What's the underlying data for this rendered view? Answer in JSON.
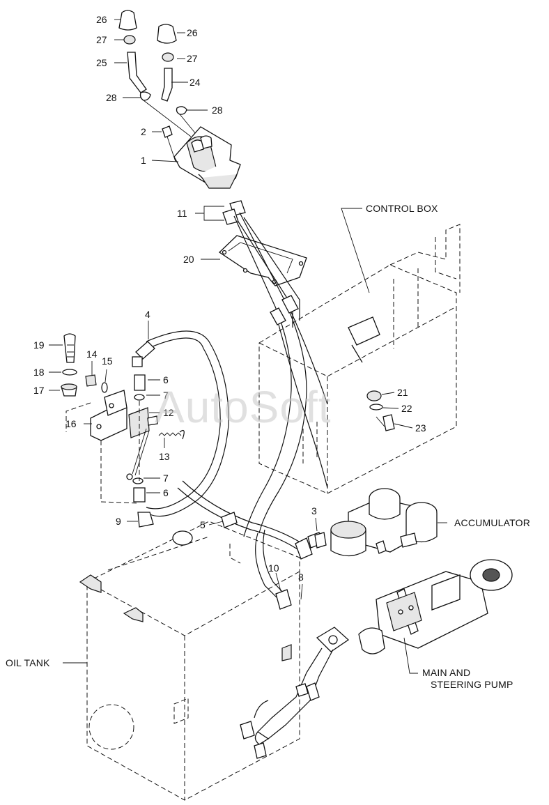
{
  "watermark": "AutoSoft",
  "callouts": [
    {
      "id": "c26a",
      "text": "26"
    },
    {
      "id": "c27a",
      "text": "27"
    },
    {
      "id": "c25",
      "text": "25"
    },
    {
      "id": "c28a",
      "text": "28"
    },
    {
      "id": "c26b",
      "text": "26"
    },
    {
      "id": "c27b",
      "text": "27"
    },
    {
      "id": "c24",
      "text": "24"
    },
    {
      "id": "c28b",
      "text": "28"
    },
    {
      "id": "c2",
      "text": "2"
    },
    {
      "id": "c1",
      "text": "1"
    },
    {
      "id": "c11",
      "text": "11"
    },
    {
      "id": "c20",
      "text": "20"
    },
    {
      "id": "c4",
      "text": "4"
    },
    {
      "id": "c19",
      "text": "19"
    },
    {
      "id": "c18",
      "text": "18"
    },
    {
      "id": "c17",
      "text": "17"
    },
    {
      "id": "c14",
      "text": "14"
    },
    {
      "id": "c15",
      "text": "15"
    },
    {
      "id": "c6a",
      "text": "6"
    },
    {
      "id": "c7a",
      "text": "7"
    },
    {
      "id": "c12",
      "text": "12"
    },
    {
      "id": "c16",
      "text": "16"
    },
    {
      "id": "c13",
      "text": "13"
    },
    {
      "id": "c7b",
      "text": "7"
    },
    {
      "id": "c6b",
      "text": "6"
    },
    {
      "id": "c9",
      "text": "9"
    },
    {
      "id": "c5",
      "text": "5"
    },
    {
      "id": "c3",
      "text": "3"
    },
    {
      "id": "c10",
      "text": "10"
    },
    {
      "id": "c8",
      "text": "8"
    },
    {
      "id": "c21",
      "text": "21"
    },
    {
      "id": "c22",
      "text": "22"
    },
    {
      "id": "c23",
      "text": "23"
    }
  ],
  "labels": {
    "control_box": "CONTROL BOX",
    "accumulator": "ACCUMULATOR",
    "pump_line1": "MAIN AND",
    "pump_line2": "STEERING PUMP",
    "oil_tank": "OIL TANK"
  }
}
